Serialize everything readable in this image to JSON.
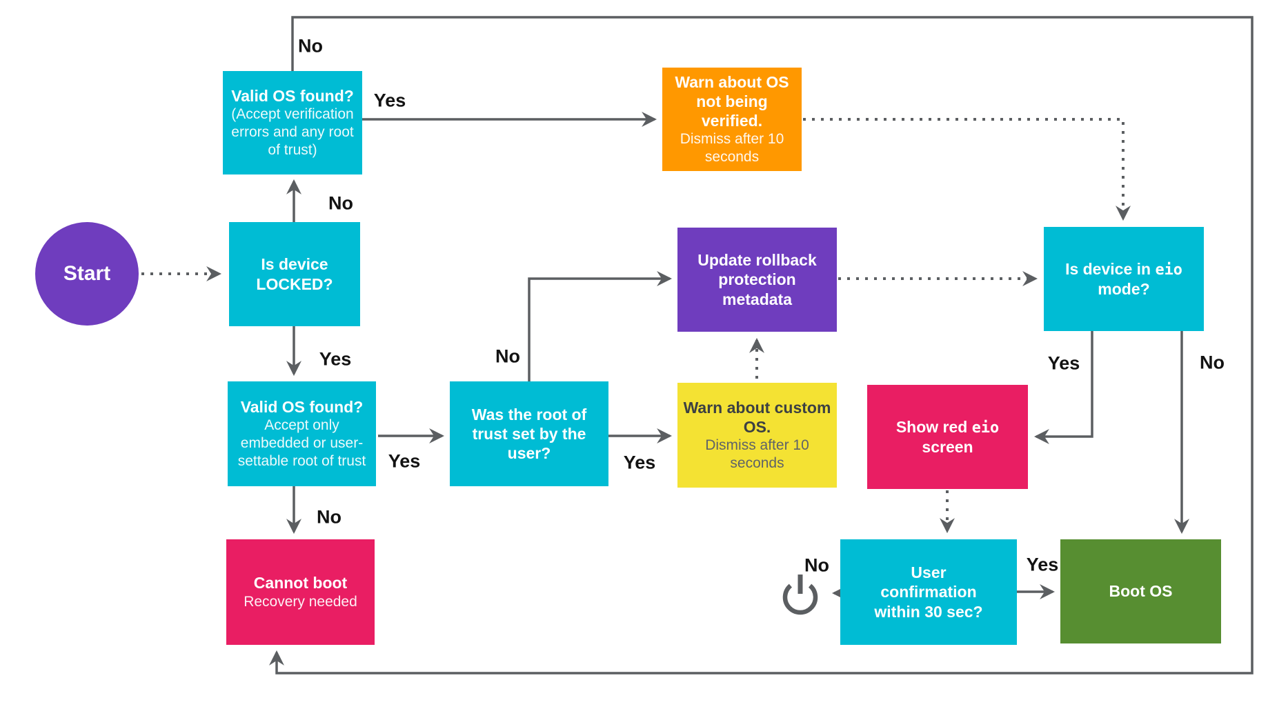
{
  "diagram": {
    "nodes": {
      "start": {
        "label": "Start"
      },
      "is_device_locked": {
        "title": "Is device LOCKED?"
      },
      "valid_os_any": {
        "title": "Valid OS found?",
        "subtitle": "(Accept verification errors and any root of trust)"
      },
      "warn_unverified": {
        "title": "Warn about OS not being verified.",
        "subtitle": "Dismiss after 10 seconds"
      },
      "valid_os_embedded": {
        "title": "Valid OS found?",
        "subtitle": "Accept only embedded or user-settable root of trust"
      },
      "was_root_user_set": {
        "title": "Was the root of trust set by the user?"
      },
      "warn_custom_os": {
        "title": "Warn about custom OS.",
        "subtitle": "Dismiss after 10 seconds"
      },
      "update_rollback": {
        "title": "Update rollback protection metadata"
      },
      "is_eio_mode": {
        "prefix": "Is device in ",
        "mono": "eio",
        "suffix": " mode?"
      },
      "show_red_eio": {
        "prefix": "Show red ",
        "mono": "eio",
        "suffix": " screen"
      },
      "cannot_boot": {
        "title": "Cannot boot",
        "subtitle": "Recovery needed"
      },
      "user_confirmation": {
        "title": "User confirmation within 30 sec?"
      },
      "boot_os": {
        "title": "Boot OS"
      }
    },
    "edge_labels": {
      "locked_no": "No",
      "loop_no": "No",
      "valid_any_yes": "Yes",
      "locked_yes": "Yes",
      "embedded_yes": "Yes",
      "embedded_no": "No",
      "root_no": "No",
      "root_yes": "Yes",
      "eio_yes": "Yes",
      "eio_no": "No",
      "confirm_no": "No",
      "confirm_yes": "Yes"
    },
    "icons": {
      "power": "power-icon"
    },
    "colors": {
      "cyan": "#00bcd4",
      "purple": "#6f3dbe",
      "orange": "#ff9800",
      "yellow": "#f4e233",
      "pink": "#e91e63",
      "green": "#578e31",
      "arrow": "#5b5e61"
    }
  }
}
